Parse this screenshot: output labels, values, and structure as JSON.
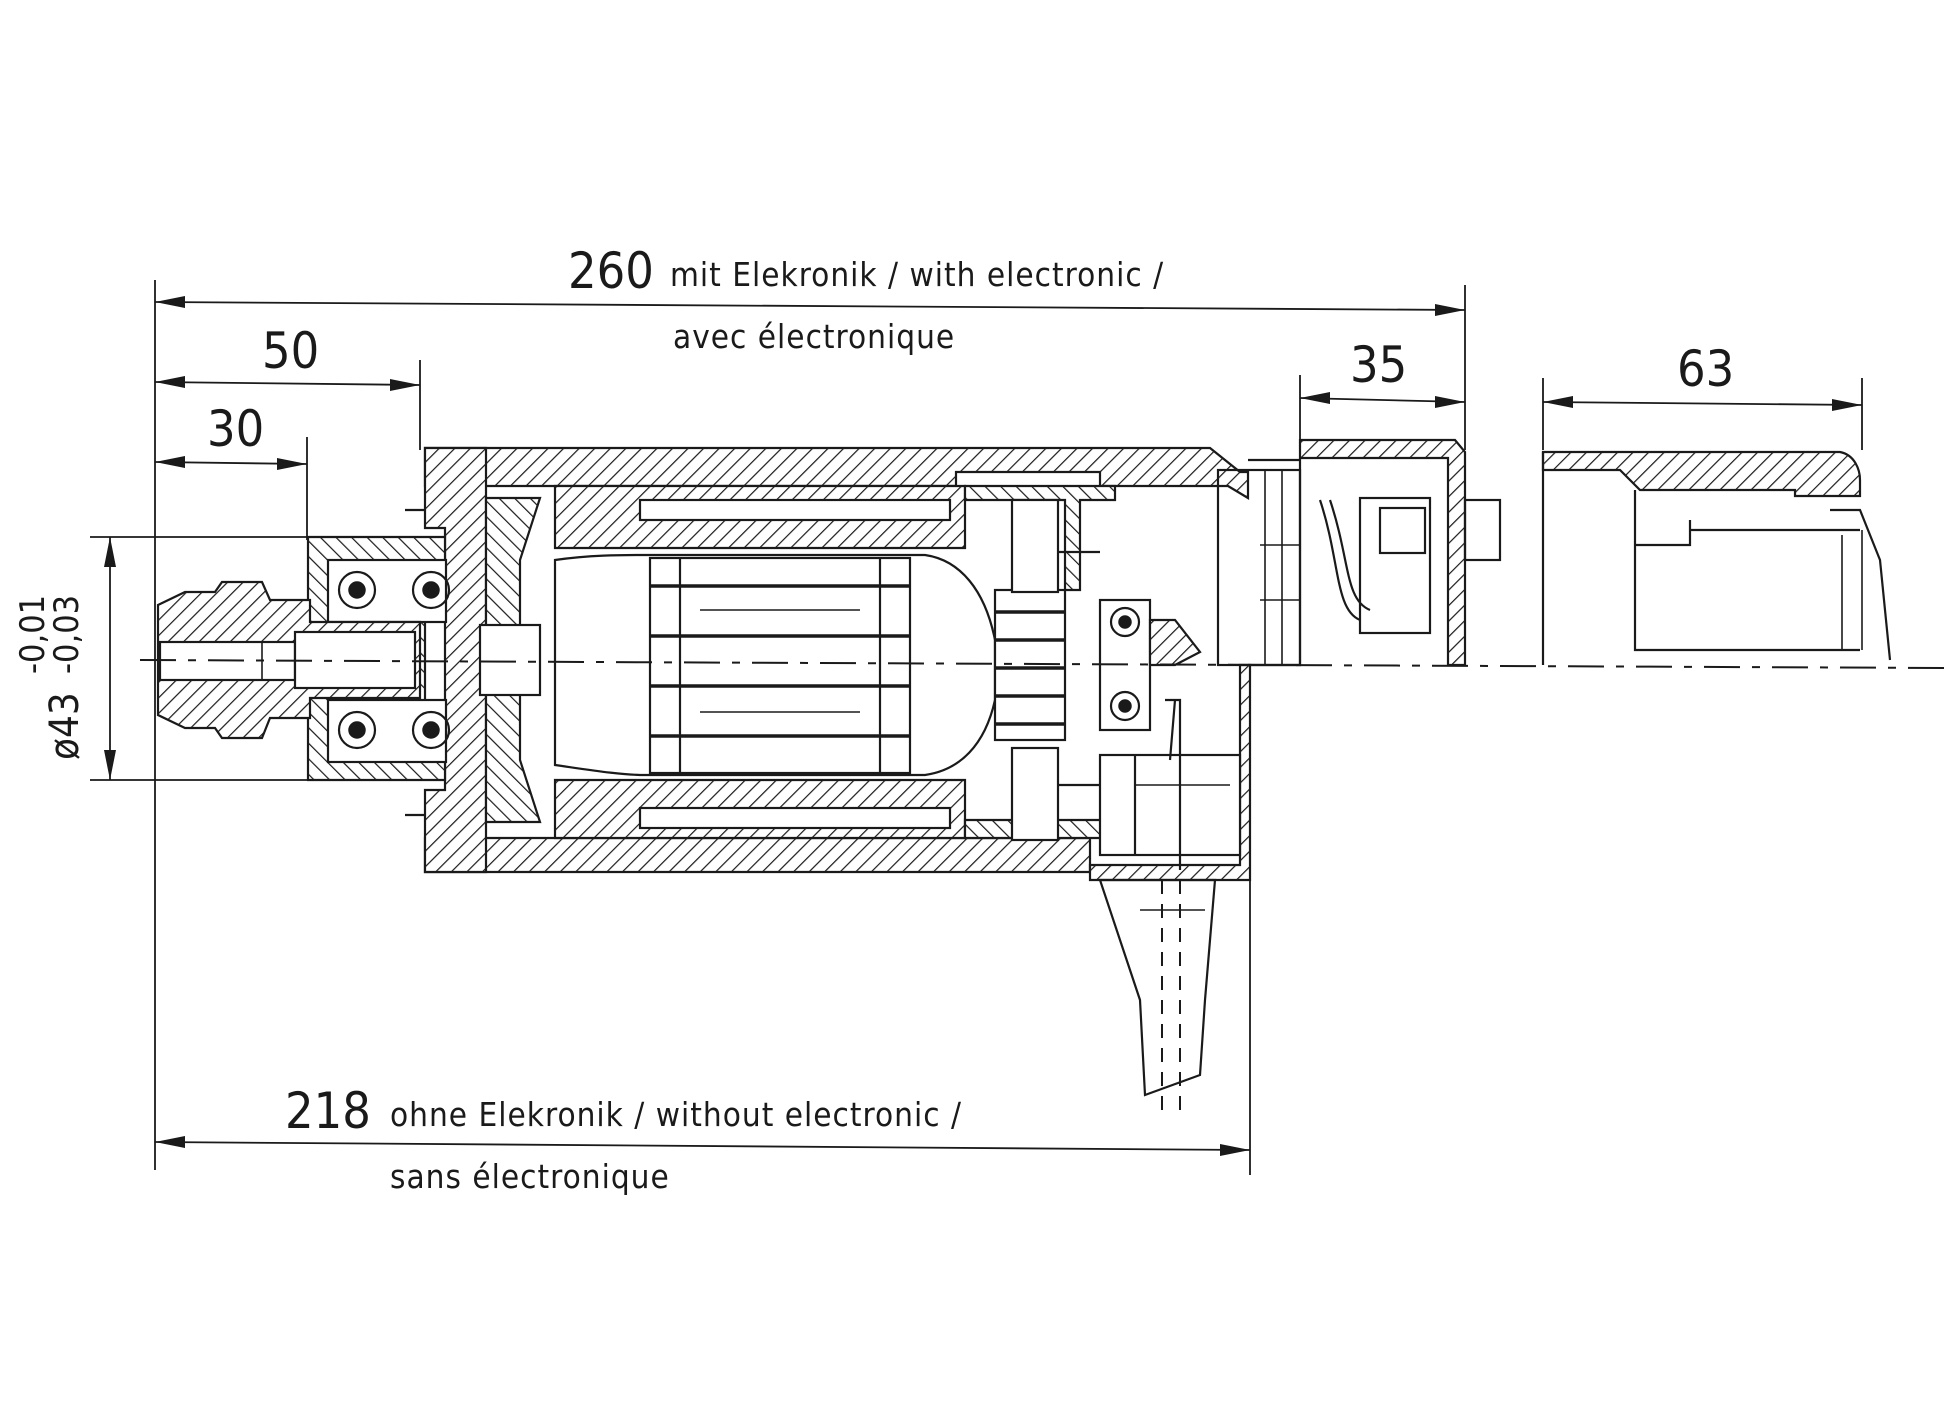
{
  "dimensions": {
    "total_with_electronic": {
      "value": "260",
      "text_line1": "mit Elekronik / with electronic /",
      "text_line2": "avec électronique"
    },
    "total_without_electronic": {
      "value": "218",
      "text_line1": "ohne Elekronik / without electronic /",
      "text_line2": "sans électronique"
    },
    "flange_length": {
      "value": "50"
    },
    "shaft_length": {
      "value": "30"
    },
    "electronics_length": {
      "value": "35"
    },
    "cover_length": {
      "value": "63"
    },
    "shaft_diameter": {
      "symbol": "ø43",
      "tol_upper": "-0,01",
      "tol_lower": "-0,03"
    }
  }
}
